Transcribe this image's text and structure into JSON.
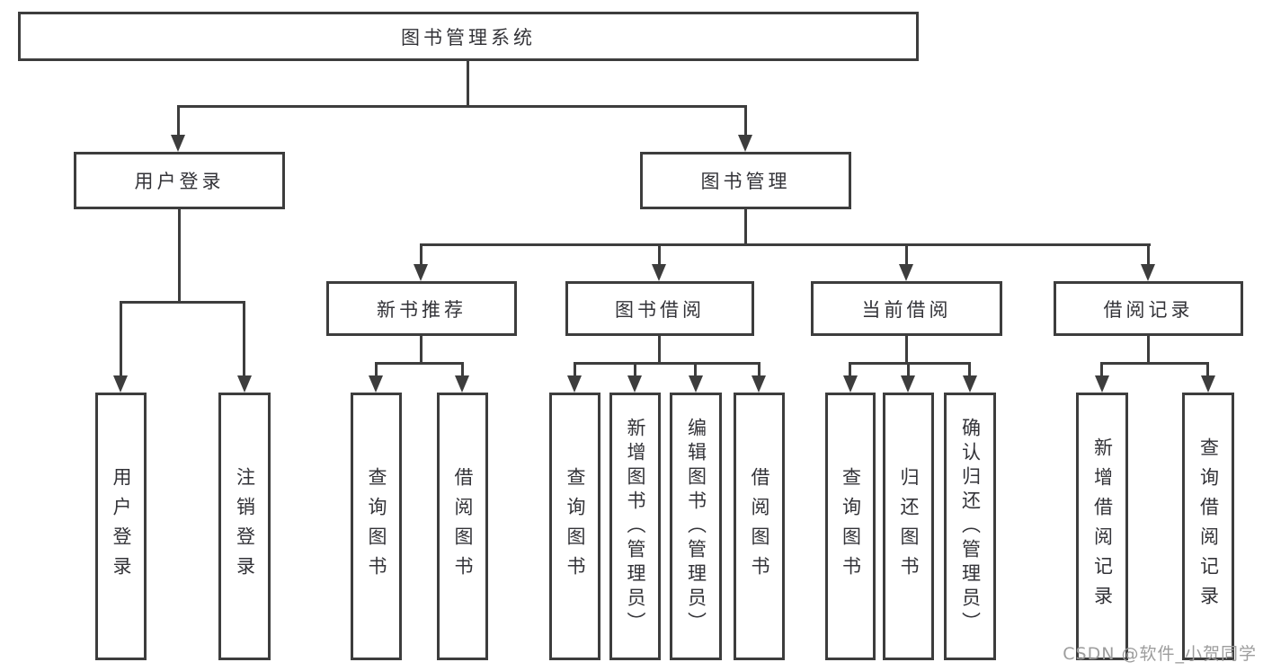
{
  "tree": {
    "label": "图书管理系统",
    "children": [
      {
        "label": "用户登录",
        "children": [
          {
            "label": "用户登录"
          },
          {
            "label": "注销登录"
          }
        ]
      },
      {
        "label": "图书管理",
        "children": [
          {
            "label": "新书推荐",
            "children": [
              {
                "label": "查询图书"
              },
              {
                "label": "借阅图书"
              }
            ]
          },
          {
            "label": "图书借阅",
            "children": [
              {
                "label": "查询图书"
              },
              {
                "label": "新增图书（管理员）"
              },
              {
                "label": "编辑图书（管理员）"
              },
              {
                "label": "借阅图书"
              }
            ]
          },
          {
            "label": "当前借阅",
            "children": [
              {
                "label": "查询图书"
              },
              {
                "label": "归还图书"
              },
              {
                "label": "确认归还（管理员）"
              }
            ]
          },
          {
            "label": "借阅记录",
            "children": [
              {
                "label": "新增借阅记录"
              },
              {
                "label": "查询借阅记录"
              }
            ]
          }
        ]
      }
    ]
  },
  "watermark": {
    "text": "CSDN @软件_小贺同学"
  },
  "colors": {
    "line": "#3d3d3d",
    "text": "#333338",
    "watermark": "#9d9d9d",
    "background": "#ffffff"
  }
}
